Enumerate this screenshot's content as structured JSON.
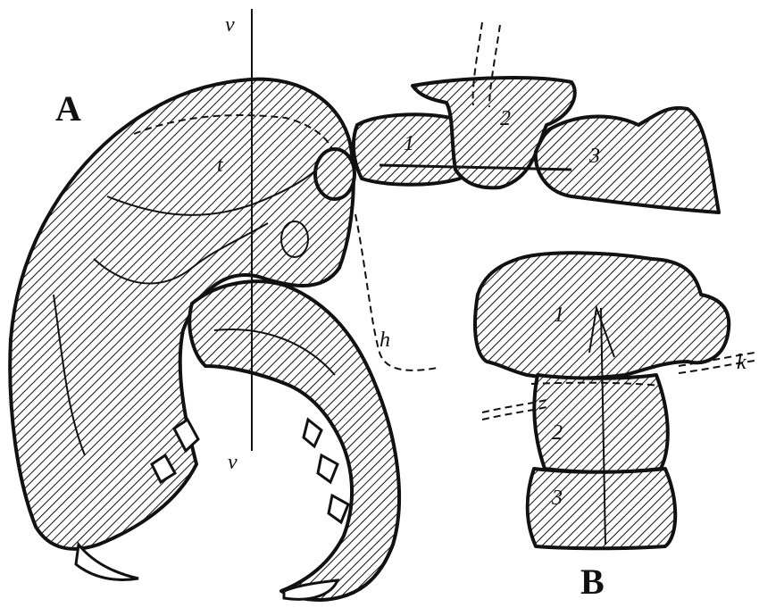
{
  "figure": {
    "part_a_label": "A",
    "part_b_label": "B",
    "axis_label_top": "v",
    "axis_label_bottom": "v",
    "label_t": "t",
    "label_h": "h",
    "label_k": "k",
    "vertebra_1_a": "1",
    "vertebra_2_a": "2",
    "vertebra_3_a": "3",
    "vertebra_1_b": "1",
    "vertebra_2_b": "2",
    "vertebra_3_b": "3"
  }
}
